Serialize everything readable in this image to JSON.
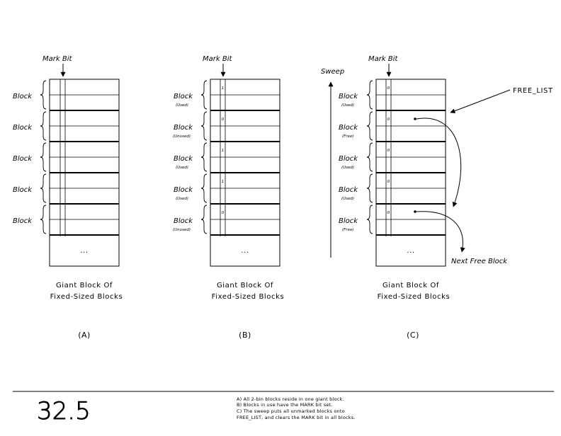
{
  "mark_bit_label": "Mark Bit",
  "block_label": "Block",
  "ellipsis": "...",
  "caption_line1": "Giant Block Of",
  "caption_line2": "Fixed-Sized Blocks",
  "sweep_label": "Sweep",
  "free_list_label": "FREE_LIST",
  "next_free_label": "Next Free Block",
  "panels": [
    {
      "id": "A",
      "label": "(A)",
      "statuses": [
        "",
        "",
        "",
        "",
        ""
      ],
      "bits": [
        "",
        "",
        "",
        "",
        ""
      ]
    },
    {
      "id": "B",
      "label": "(B)",
      "statuses": [
        "(Used)",
        "(Unused)",
        "(Used)",
        "(Used)",
        "(Unused)"
      ],
      "bits": [
        "1",
        "0",
        "1",
        "1",
        "0"
      ]
    },
    {
      "id": "C",
      "label": "(C)",
      "statuses": [
        "(Used)",
        "(Free)",
        "(Used)",
        "(Used)",
        "(Free)"
      ],
      "bits": [
        "0",
        "0",
        "0",
        "0",
        "0"
      ]
    }
  ],
  "figure_number": "32.5",
  "notes": [
    "A)  All 2-bin blocks reside in one giant block.",
    "B)  Blocks in use have the MARK bit set.",
    "C)  The sweep puts all unmarked blocks onto",
    "     FREE_LIST, and clears the MARK bit in all blocks."
  ]
}
